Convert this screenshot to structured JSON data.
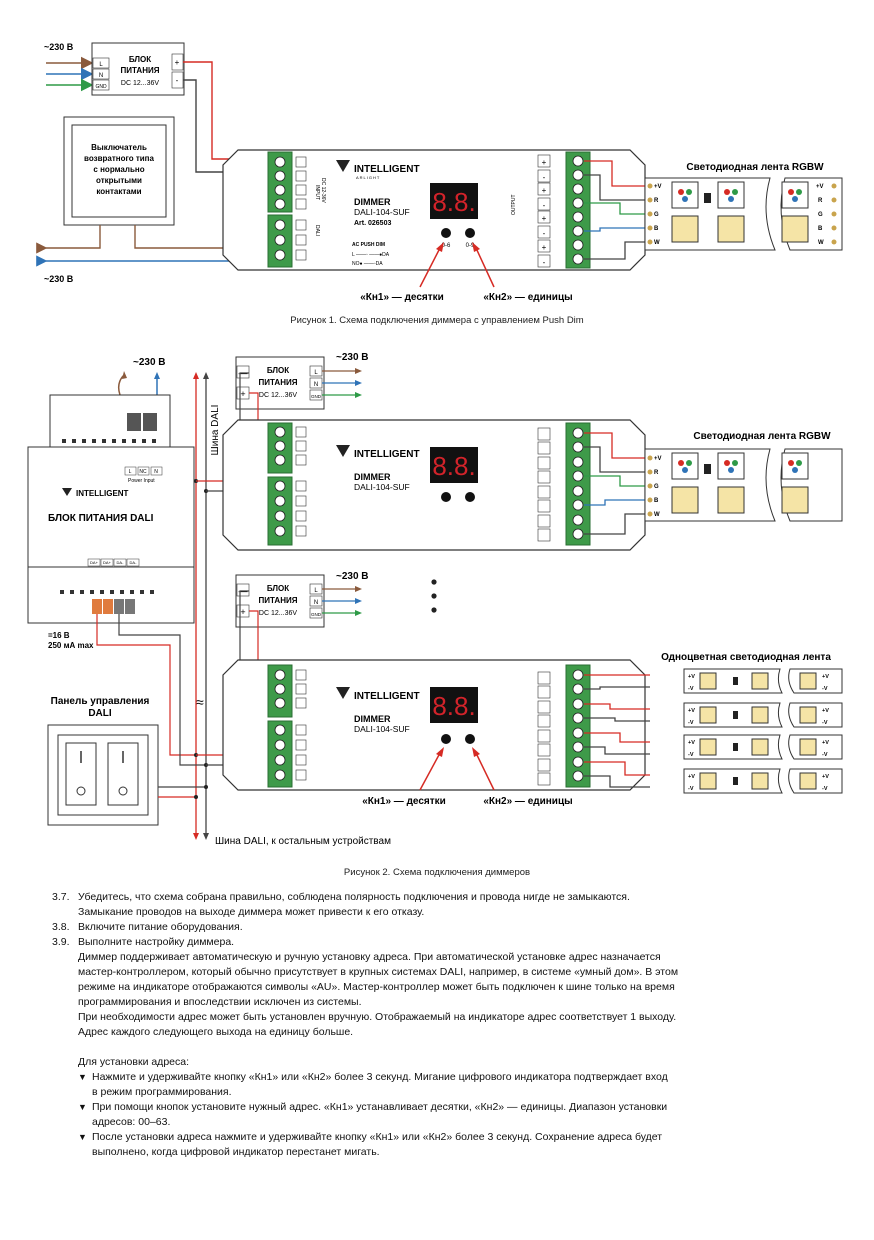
{
  "fig1": {
    "mains_top": "~230 В",
    "mains_bottom": "~230 В",
    "psu_title1": "БЛОК",
    "psu_title2": "ПИТАНИЯ",
    "psu_voltage": "DC 12...36V",
    "psu_terms": [
      "L",
      "N",
      "GND"
    ],
    "switch_text": [
      "Выключатель",
      "возвратного типа",
      "с нормально",
      "открытыми",
      "контактами"
    ],
    "brand": "INTELLIGENT",
    "brand_sub": "ARLIGHT",
    "dimmer_name": "DIMMER",
    "dimmer_model": "DALI-104-SUF",
    "dimmer_art": "Art. 026503",
    "display": "8.8.",
    "btn1_label": "0-6",
    "btn2_label": "0-9",
    "pushdim_title": "AC PUSH DIM",
    "input_label": "INPUT",
    "dc_label": "DC 12-36V",
    "dali_label": "DALI",
    "output_label": "OUTPUT",
    "strip_title": "Светодиодная лента RGBW",
    "strip_terms": [
      "+V",
      "R",
      "G",
      "B",
      "W"
    ],
    "kn1": "«Кн1» — десятки",
    "kn2": "«Кн2» — единицы",
    "caption": "Рисунок 1. Схема подключения диммера с управлением Push Dim"
  },
  "fig2": {
    "mains": "~230 В",
    "dali_psu_brand": "INTELLIGENT",
    "dali_psu_title": "БЛОК ПИТАНИЯ DALI",
    "power_input": "Power Input",
    "dali_psu_terms": [
      "L",
      "NC",
      "N"
    ],
    "dali_out_terms": [
      "DA+",
      "DA+",
      "DA-",
      "DA-"
    ],
    "dali_psu_rating1": "=16 В",
    "dali_psu_rating2": "250 мА max",
    "bus_label": "Шина DALI",
    "panel_title1": "Панель управления",
    "panel_title2": "DALI",
    "bus_bottom": "Шина DALI, к остальным устройствам",
    "psu_title1": "БЛОК",
    "psu_title2": "ПИТАНИЯ",
    "psu_voltage": "DC 12...36V",
    "psu_terms": [
      "L",
      "N",
      "GND"
    ],
    "mains_a": "~230 В",
    "mains_b": "~230 В",
    "dimmer_name": "DIMMER",
    "dimmer_model": "DALI-104-SUF",
    "display": "8.8.",
    "strip_rgbw_title": "Светодиодная лента RGBW",
    "strip_terms": [
      "+V",
      "R",
      "G",
      "B",
      "W"
    ],
    "strip_mono_title": "Одноцветная светодиодная лента",
    "mono_terms": [
      "+V",
      "-V"
    ],
    "kn1": "«Кн1» — десятки",
    "kn2": "«Кн2» — единицы",
    "caption": "Рисунок 2. Схема подключения диммеров"
  },
  "instructions": {
    "n37": "3.7.",
    "p37a": "Убедитесь, что схема собрана правильно, соблюдена полярность подключения и провода нигде не замыкаются.",
    "p37b": "Замыкание проводов на выходе диммера может привести к его отказу.",
    "n38": "3.8.",
    "p38": "Включите питание оборудования.",
    "n39": "3.9.",
    "p39": "Выполните настройку диммера.",
    "p39_1": "Диммер поддерживает автоматическую и ручную установку адреса. При автоматической установке адрес назначается",
    "p39_2": "мастер-контроллером, который обычно присутствует в крупных системах DALI, например, в системе «умный дом». В этом",
    "p39_3": "режиме на индикаторе отображаются символы «AU». Мастер-контроллер может быть подключен к шине только на время",
    "p39_4": "программирования и впоследствии исключен из системы.",
    "p39_5": "При необходимости адрес может быть установлен вручную. Отображаемый на индикаторе адрес соответствует 1 выходу.",
    "p39_6": "Адрес каждого следующего выхода на единицу больше.",
    "addr_title": "Для установки адреса:",
    "b1a": "Нажмите и удерживайте кнопку «Кн1» или «Кн2» более 3 секунд. Мигание цифрового индикатора подтверждает вход",
    "b1b": "в режим программирования.",
    "b2a": "При помощи кнопок установите нужный адрес. «Кн1» устанавливает десятки, «Кн2» — единицы. Диапазон установки",
    "b2b": "адресов: 00–63.",
    "b3a": "После установки адреса нажмите и удерживайте кнопку «Кн1» или «Кн2» более 3 секунд. Сохранение адреса будет",
    "b3b": "выполнено, когда цифровой индикатор перестанет мигать.",
    "bullet": "▼"
  },
  "colors": {
    "red": "#d62b24",
    "blue": "#2f73b7",
    "green": "#2e9a47",
    "brown": "#8a5a3c",
    "terminal": "#3e9a49",
    "display": "#d2232a"
  }
}
